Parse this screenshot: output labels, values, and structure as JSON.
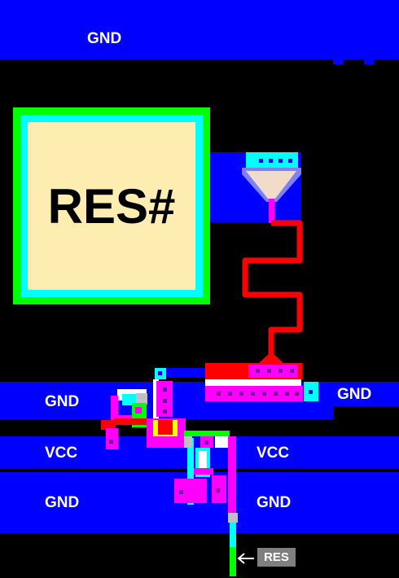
{
  "layout_labels": {
    "gnd_top": "GND",
    "pad_name": "RES#",
    "gnd_mid_left": "GND",
    "gnd_mid_right": "GND",
    "vcc_left": "VCC",
    "vcc_right": "VCC",
    "gnd_bottom_left": "GND",
    "gnd_bottom_right": "GND",
    "res_pin": "RES"
  },
  "colors": {
    "metal_rail": "#0000ff",
    "pad_outer": "#00ff00",
    "pad_ring": "#00ffff",
    "pad_core": "#fdedb0",
    "poly_trace": "#ff0000",
    "diffusion": "#ff00ff",
    "contact": "#00ffff",
    "tag_bg": "#7f7f7f"
  },
  "icons": {
    "arrow": "left-arrow-icon"
  }
}
